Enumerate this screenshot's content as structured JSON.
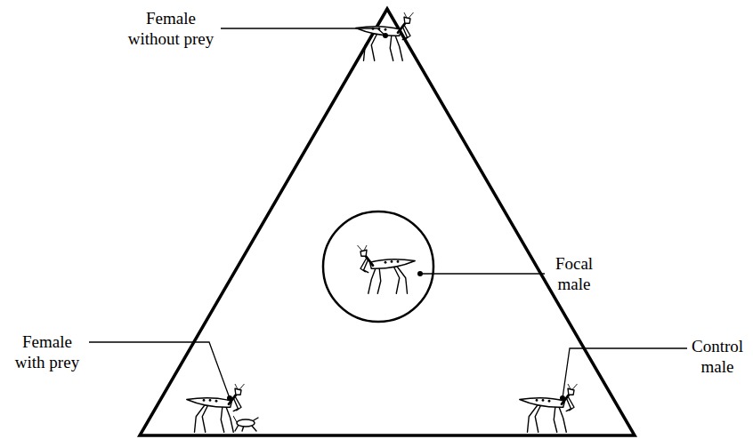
{
  "diagram": {
    "labels": [
      "Female without prey",
      "Focal male",
      "Female with prey",
      "Control male"
    ]
  }
}
